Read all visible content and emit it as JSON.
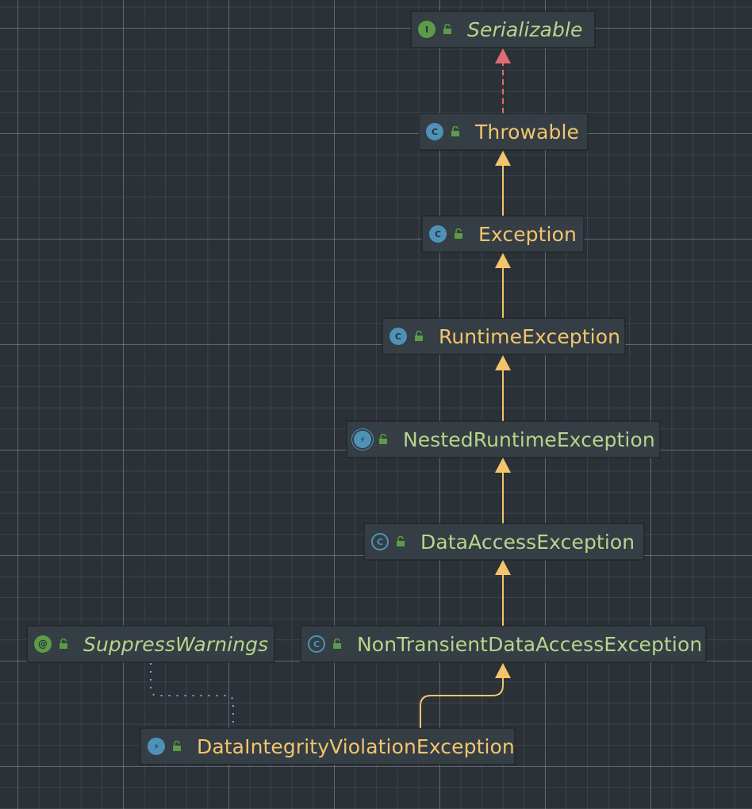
{
  "nodes": [
    {
      "id": "serializable",
      "label": "Serializable",
      "kind": "interface",
      "kind_glyph": "I",
      "text_color": "green",
      "italic": true
    },
    {
      "id": "throwable",
      "label": "Throwable",
      "kind": "class",
      "kind_glyph": "C",
      "text_color": "yellow",
      "italic": false
    },
    {
      "id": "exception",
      "label": "Exception",
      "kind": "class",
      "kind_glyph": "C",
      "text_color": "yellow",
      "italic": false
    },
    {
      "id": "runtime_exception",
      "label": "RuntimeException",
      "kind": "class",
      "kind_glyph": "C",
      "text_color": "yellow",
      "italic": false
    },
    {
      "id": "nested_runtime_exception",
      "label": "NestedRuntimeException",
      "kind": "abstract-exception",
      "kind_glyph": "⚡",
      "text_color": "green",
      "italic": false
    },
    {
      "id": "data_access_exception",
      "label": "DataAccessException",
      "kind": "abstract-class",
      "kind_glyph": "C",
      "text_color": "green",
      "italic": false
    },
    {
      "id": "non_transient",
      "label": "NonTransientDataAccessException",
      "kind": "abstract-class",
      "kind_glyph": "C",
      "text_color": "green",
      "italic": false
    },
    {
      "id": "suppress_warnings",
      "label": "SuppressWarnings",
      "kind": "annotation",
      "kind_glyph": "@",
      "text_color": "green",
      "italic": true
    },
    {
      "id": "data_integrity",
      "label": "DataIntegrityViolationException",
      "kind": "exception",
      "kind_glyph": "⚡",
      "text_color": "yellow",
      "italic": false
    }
  ],
  "edges": [
    {
      "from": "throwable",
      "to": "serializable",
      "type": "implements"
    },
    {
      "from": "exception",
      "to": "throwable",
      "type": "extends"
    },
    {
      "from": "runtime_exception",
      "to": "exception",
      "type": "extends"
    },
    {
      "from": "nested_runtime_exception",
      "to": "runtime_exception",
      "type": "extends"
    },
    {
      "from": "data_access_exception",
      "to": "nested_runtime_exception",
      "type": "extends"
    },
    {
      "from": "non_transient",
      "to": "data_access_exception",
      "type": "extends"
    },
    {
      "from": "data_integrity",
      "to": "non_transient",
      "type": "extends"
    },
    {
      "from": "data_integrity",
      "to": "suppress_warnings",
      "type": "annotated-by"
    }
  ],
  "colors": {
    "background": "#2b3137",
    "node_fill": "#353d45",
    "extends_edge": "#f2c56d",
    "implements_edge": "#e06c75",
    "annotation_edge": "#b48ee0",
    "class_icon": "#4e92b8",
    "interface_icon": "#5c9b47",
    "visibility_icon": "#5c9b47"
  }
}
